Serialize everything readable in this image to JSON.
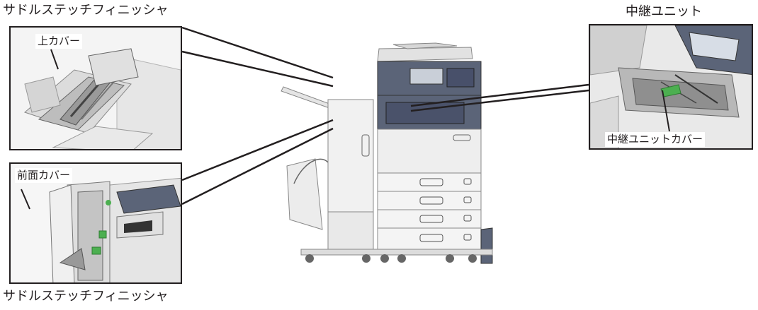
{
  "labels": {
    "saddle_stitch_top": "サドルステッチフィニッシャ",
    "saddle_stitch_bottom": "サドルステッチフィニッシャ",
    "relay_unit": "中継ユニット",
    "top_cover": "上カバー",
    "front_cover": "前面カバー",
    "relay_unit_cover": "中継ユニットカバー"
  },
  "colors": {
    "line": "#231f20",
    "machine_body": "#ececec",
    "machine_shade": "#c9c9c9",
    "panel_blue": "#5b6478",
    "highlight_green": "#4caf50"
  }
}
